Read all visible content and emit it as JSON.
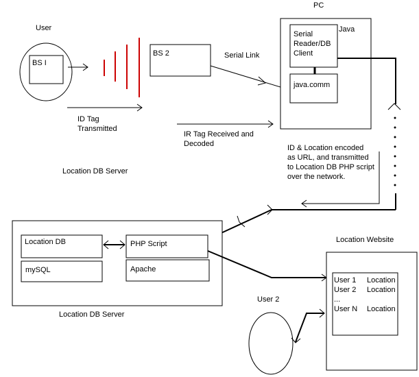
{
  "user": {
    "title": "User",
    "bs1": "BS I",
    "id_tag_line1": "ID Tag",
    "id_tag_line2": "Transmitted",
    "signal_color": "#cc0000"
  },
  "bs2": {
    "label": "BS 2",
    "serial_link": "Serial Link",
    "ir_line1": "IR Tag Received and",
    "ir_line2": "Decoded"
  },
  "pc": {
    "title": "PC",
    "java": "Java",
    "client_line1": "Serial",
    "client_line2": "Reader/DB",
    "client_line3": "Client",
    "javacomm": "java.comm",
    "note_line1": "ID & Location encoded",
    "note_line2": "as URL, and transmitted",
    "note_line3": "to Location DB PHP script",
    "note_line4": "over the network."
  },
  "server": {
    "upper_title": "Location DB Server",
    "title": "Location DB Server",
    "location_db": "Location DB",
    "php": "PHP Script",
    "mysql": "mySQL",
    "apache": "Apache"
  },
  "website": {
    "title": "Location Website",
    "rows": [
      {
        "user": "User 1",
        "location": "Location"
      },
      {
        "user": "User 2",
        "location": "Location"
      },
      {
        "user": "...",
        "location": ""
      },
      {
        "user": "User N",
        "location": "Location"
      }
    ]
  },
  "user2": {
    "title": "User 2"
  }
}
